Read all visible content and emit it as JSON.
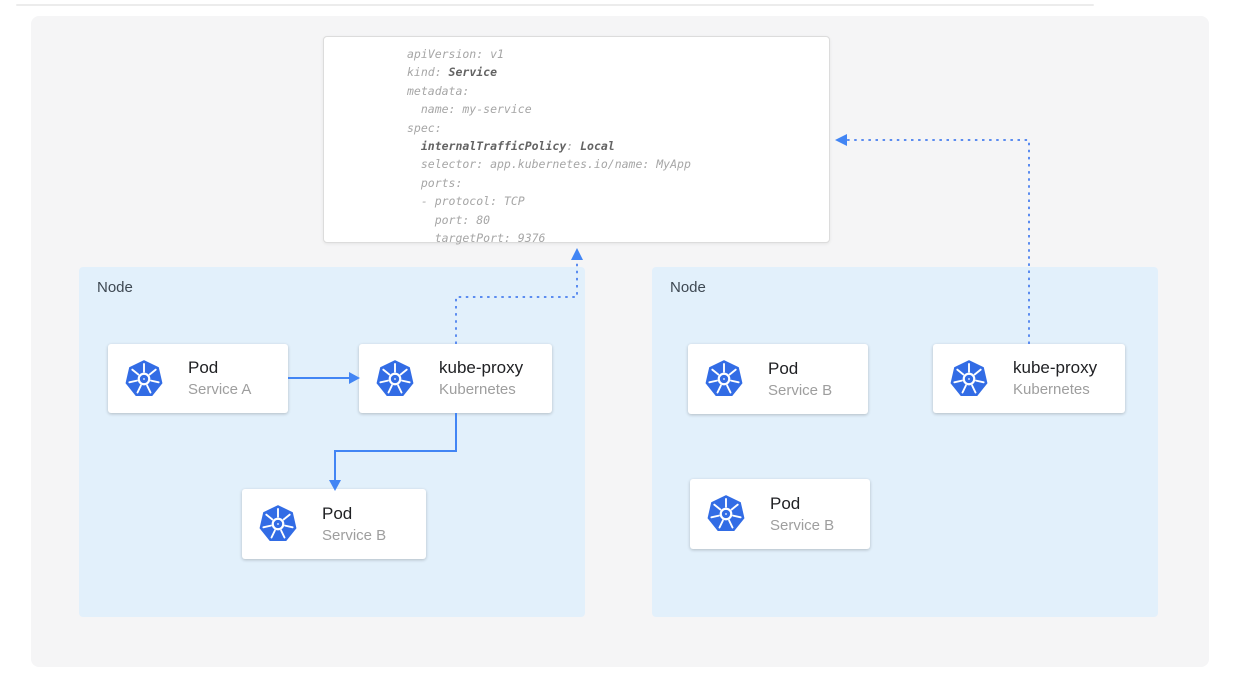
{
  "colors": {
    "accent_blue": "#4285f4",
    "dotted_blue": "#5b8cf0",
    "kubernetes_blue": "#326ce5",
    "node_background": "#e2f0fb",
    "panel_background": "#f5f5f6",
    "code_text": "#a6a6a6",
    "code_bold_text": "#636363"
  },
  "code_card": {
    "lines": [
      {
        "parts": [
          {
            "t": "apiVersion: v1",
            "b": false
          }
        ]
      },
      {
        "parts": [
          {
            "t": "kind: ",
            "b": false
          },
          {
            "t": "Service",
            "b": true
          }
        ]
      },
      {
        "parts": [
          {
            "t": "metadata:",
            "b": false
          }
        ]
      },
      {
        "parts": [
          {
            "t": "  name: my-service",
            "b": false
          }
        ]
      },
      {
        "parts": [
          {
            "t": "spec:",
            "b": false
          }
        ]
      },
      {
        "parts": [
          {
            "t": "  ",
            "b": false
          },
          {
            "t": "internalTrafficPolicy",
            "b": true
          },
          {
            "t": ": ",
            "b": false
          },
          {
            "t": "Local",
            "b": true
          }
        ]
      },
      {
        "parts": [
          {
            "t": "  selector: app.kubernetes.io/name: MyApp",
            "b": false
          }
        ]
      },
      {
        "parts": [
          {
            "t": "  ports:",
            "b": false
          }
        ]
      },
      {
        "parts": [
          {
            "t": "  - protocol: TCP",
            "b": false
          }
        ]
      },
      {
        "parts": [
          {
            "t": "    port: 80",
            "b": false
          }
        ]
      },
      {
        "parts": [
          {
            "t": "    targetPort: 9376",
            "b": false
          }
        ]
      }
    ]
  },
  "nodes": [
    {
      "label": "Node",
      "cards": [
        {
          "icon": "kubernetes-logo",
          "title": "Pod",
          "subtitle": "Service A"
        },
        {
          "icon": "kubernetes-logo",
          "title": "kube-proxy",
          "subtitle": "Kubernetes"
        },
        {
          "icon": "kubernetes-logo",
          "title": "Pod",
          "subtitle": "Service B"
        }
      ]
    },
    {
      "label": "Node",
      "cards": [
        {
          "icon": "kubernetes-logo",
          "title": "Pod",
          "subtitle": "Service B"
        },
        {
          "icon": "kubernetes-logo",
          "title": "kube-proxy",
          "subtitle": "Kubernetes"
        },
        {
          "icon": "kubernetes-logo",
          "title": "Pod",
          "subtitle": "Service B"
        }
      ]
    }
  ]
}
